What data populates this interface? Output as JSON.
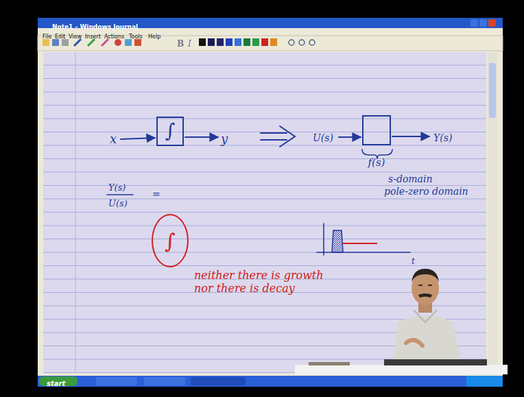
{
  "diagram": {
    "nodes": [
      {
        "text": [
          "∫"
        ]
      },
      {
        "text": [
          "f(s)"
        ]
      },
      {
        "text": [
          "∫"
        ]
      }
    ],
    "labels": [
      "Note1 - Windows Journal",
      "File",
      "Edit",
      "View",
      "Insert",
      "Actions",
      "Tools",
      "Help",
      "B",
      "I",
      "x",
      "y",
      "U(s)",
      "Y(s)",
      "s-domain",
      "pole-zero domain",
      "Y(s)",
      "U(s)",
      "=",
      "neither there is growth nor there is decay",
      "t",
      "start"
    ]
  }
}
